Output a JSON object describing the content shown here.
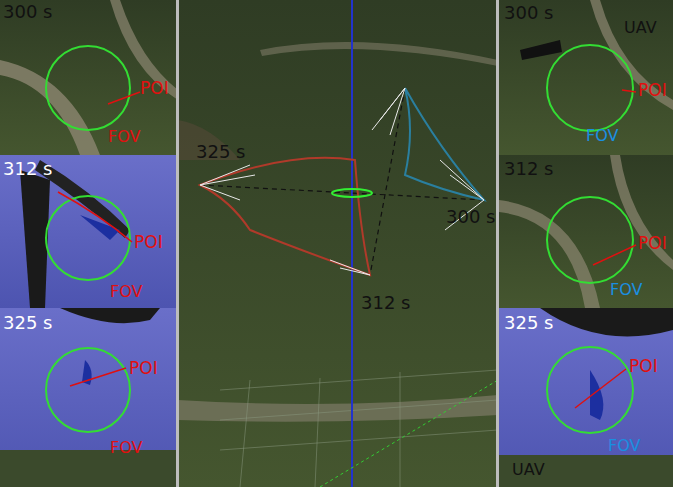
{
  "diagram": {
    "labels": [
      "300 s",
      "POI",
      "FOV",
      "312 s",
      "POI",
      "FOV",
      "325 s",
      "POI",
      "FOV",
      "325 s",
      "300 s",
      "312 s",
      "300 s",
      "UAV",
      "POI",
      "FOV",
      "312 s",
      "POI",
      "FOV",
      "325 s",
      "POI",
      "FOV",
      "UAV"
    ]
  }
}
